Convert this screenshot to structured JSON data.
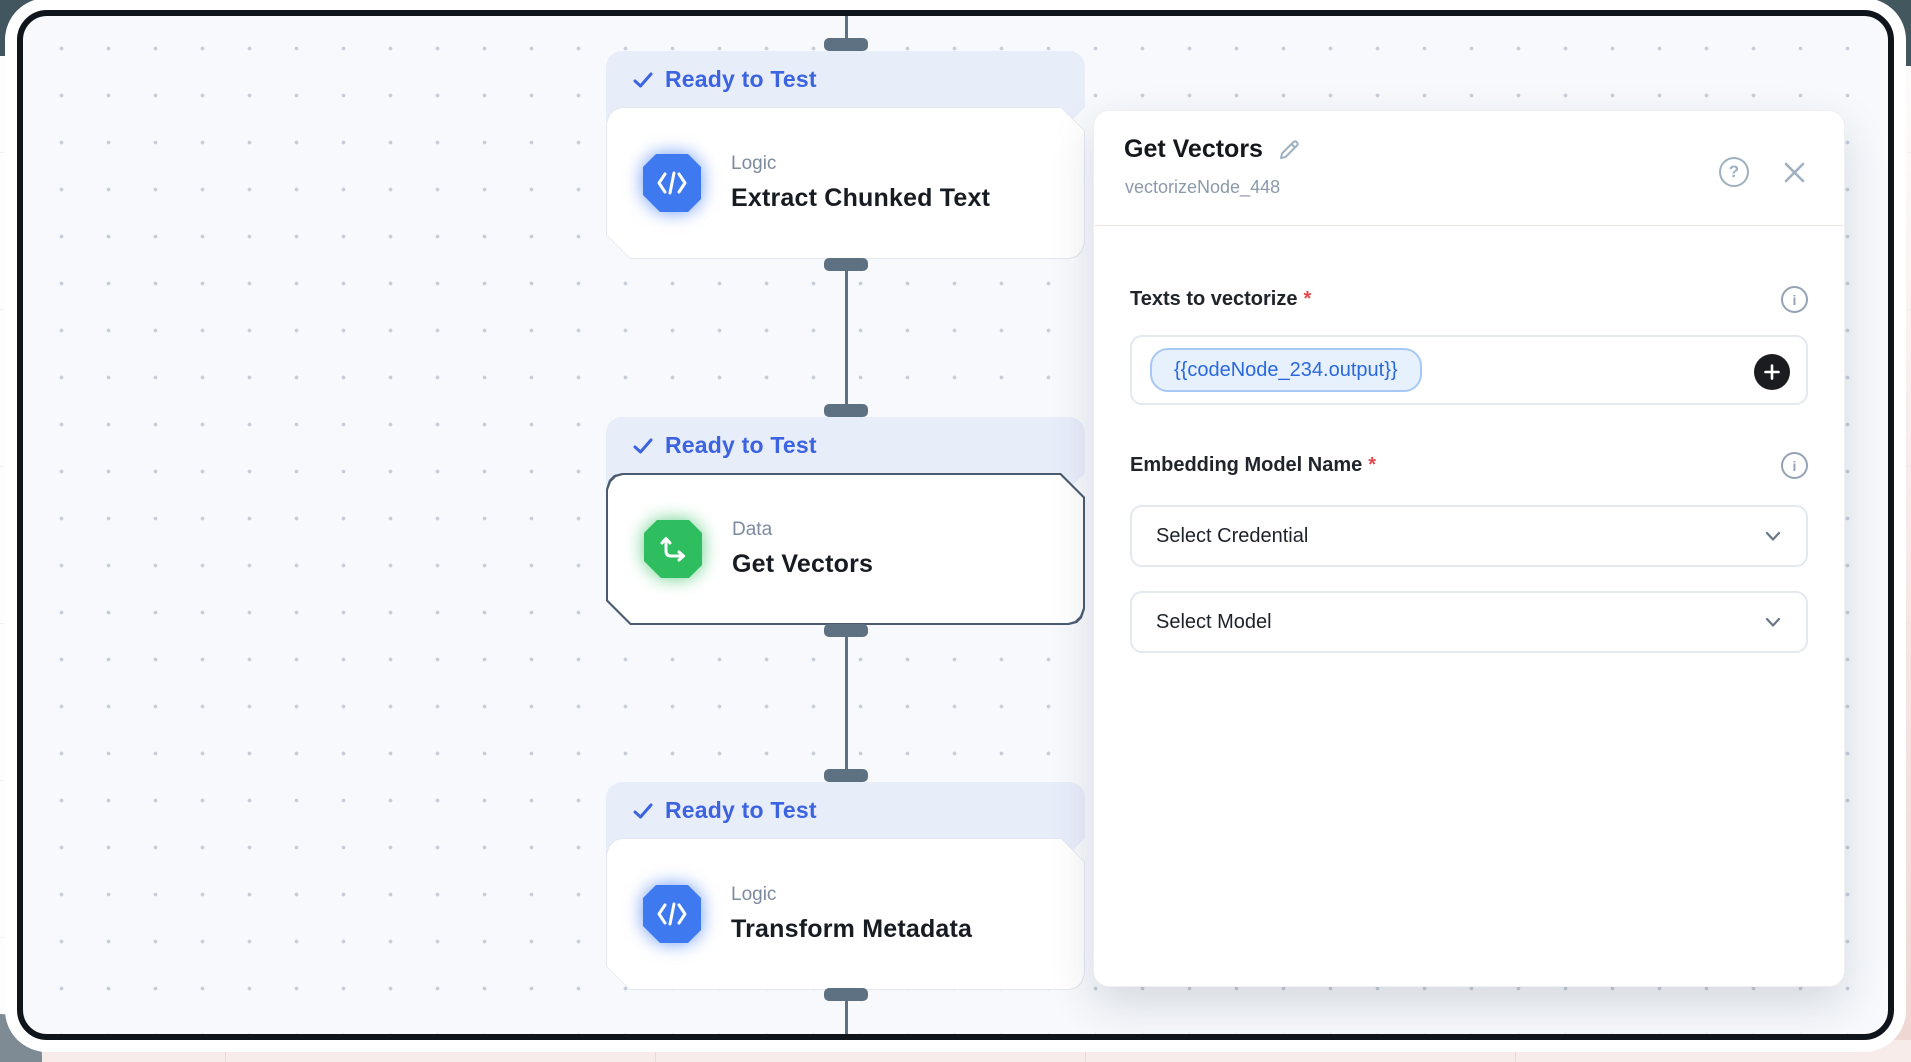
{
  "canvas": {
    "nodes": [
      {
        "status": "Ready to Test",
        "category": "Logic",
        "title": "Extract Chunked Text",
        "icon": "code-icon",
        "accent": "#3e79f0"
      },
      {
        "status": "Ready to Test",
        "category": "Data",
        "title": "Get Vectors",
        "icon": "vector-arrows-icon",
        "accent": "#2ebd5f",
        "selected": true
      },
      {
        "status": "Ready to Test",
        "category": "Logic",
        "title": "Transform Metadata",
        "icon": "code-icon",
        "accent": "#3e79f0"
      }
    ]
  },
  "panel": {
    "title": "Get Vectors",
    "subtitle": "vectorizeNode_448",
    "required_mark": "*",
    "help_glyph": "?",
    "info_glyph": "i",
    "fields": [
      {
        "label": "Texts to vectorize",
        "chip": "{{codeNode_234.output}}"
      },
      {
        "label": "Embedding Model Name",
        "selects": [
          "Select Credential",
          "Select Model"
        ]
      }
    ]
  },
  "colors": {
    "badge_bg": "#e8edfa",
    "badge_text": "#3c63e0",
    "node_blue": "#3e79f0",
    "node_green": "#2ebd5f",
    "connector": "#5e7183",
    "required": "#e5484d",
    "chip_text": "#2968dd",
    "frame": "#10151c"
  }
}
